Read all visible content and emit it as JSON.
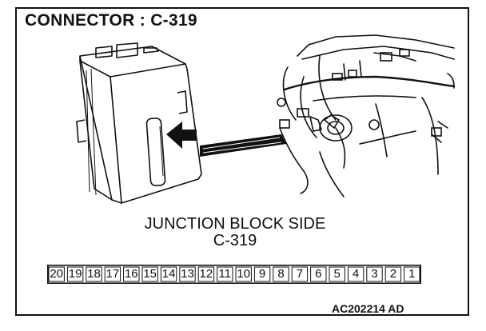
{
  "header": {
    "title": "CONNECTOR : C-319"
  },
  "caption": {
    "line1": "JUNCTION BLOCK SIDE",
    "line2": "C-319"
  },
  "connector": {
    "pins": [
      "20",
      "19",
      "18",
      "17",
      "16",
      "15",
      "14",
      "13",
      "12",
      "11",
      "10",
      "9",
      "8",
      "7",
      "6",
      "5",
      "4",
      "3",
      "2",
      "1"
    ]
  },
  "footer": {
    "code": "AC202214 AD"
  }
}
